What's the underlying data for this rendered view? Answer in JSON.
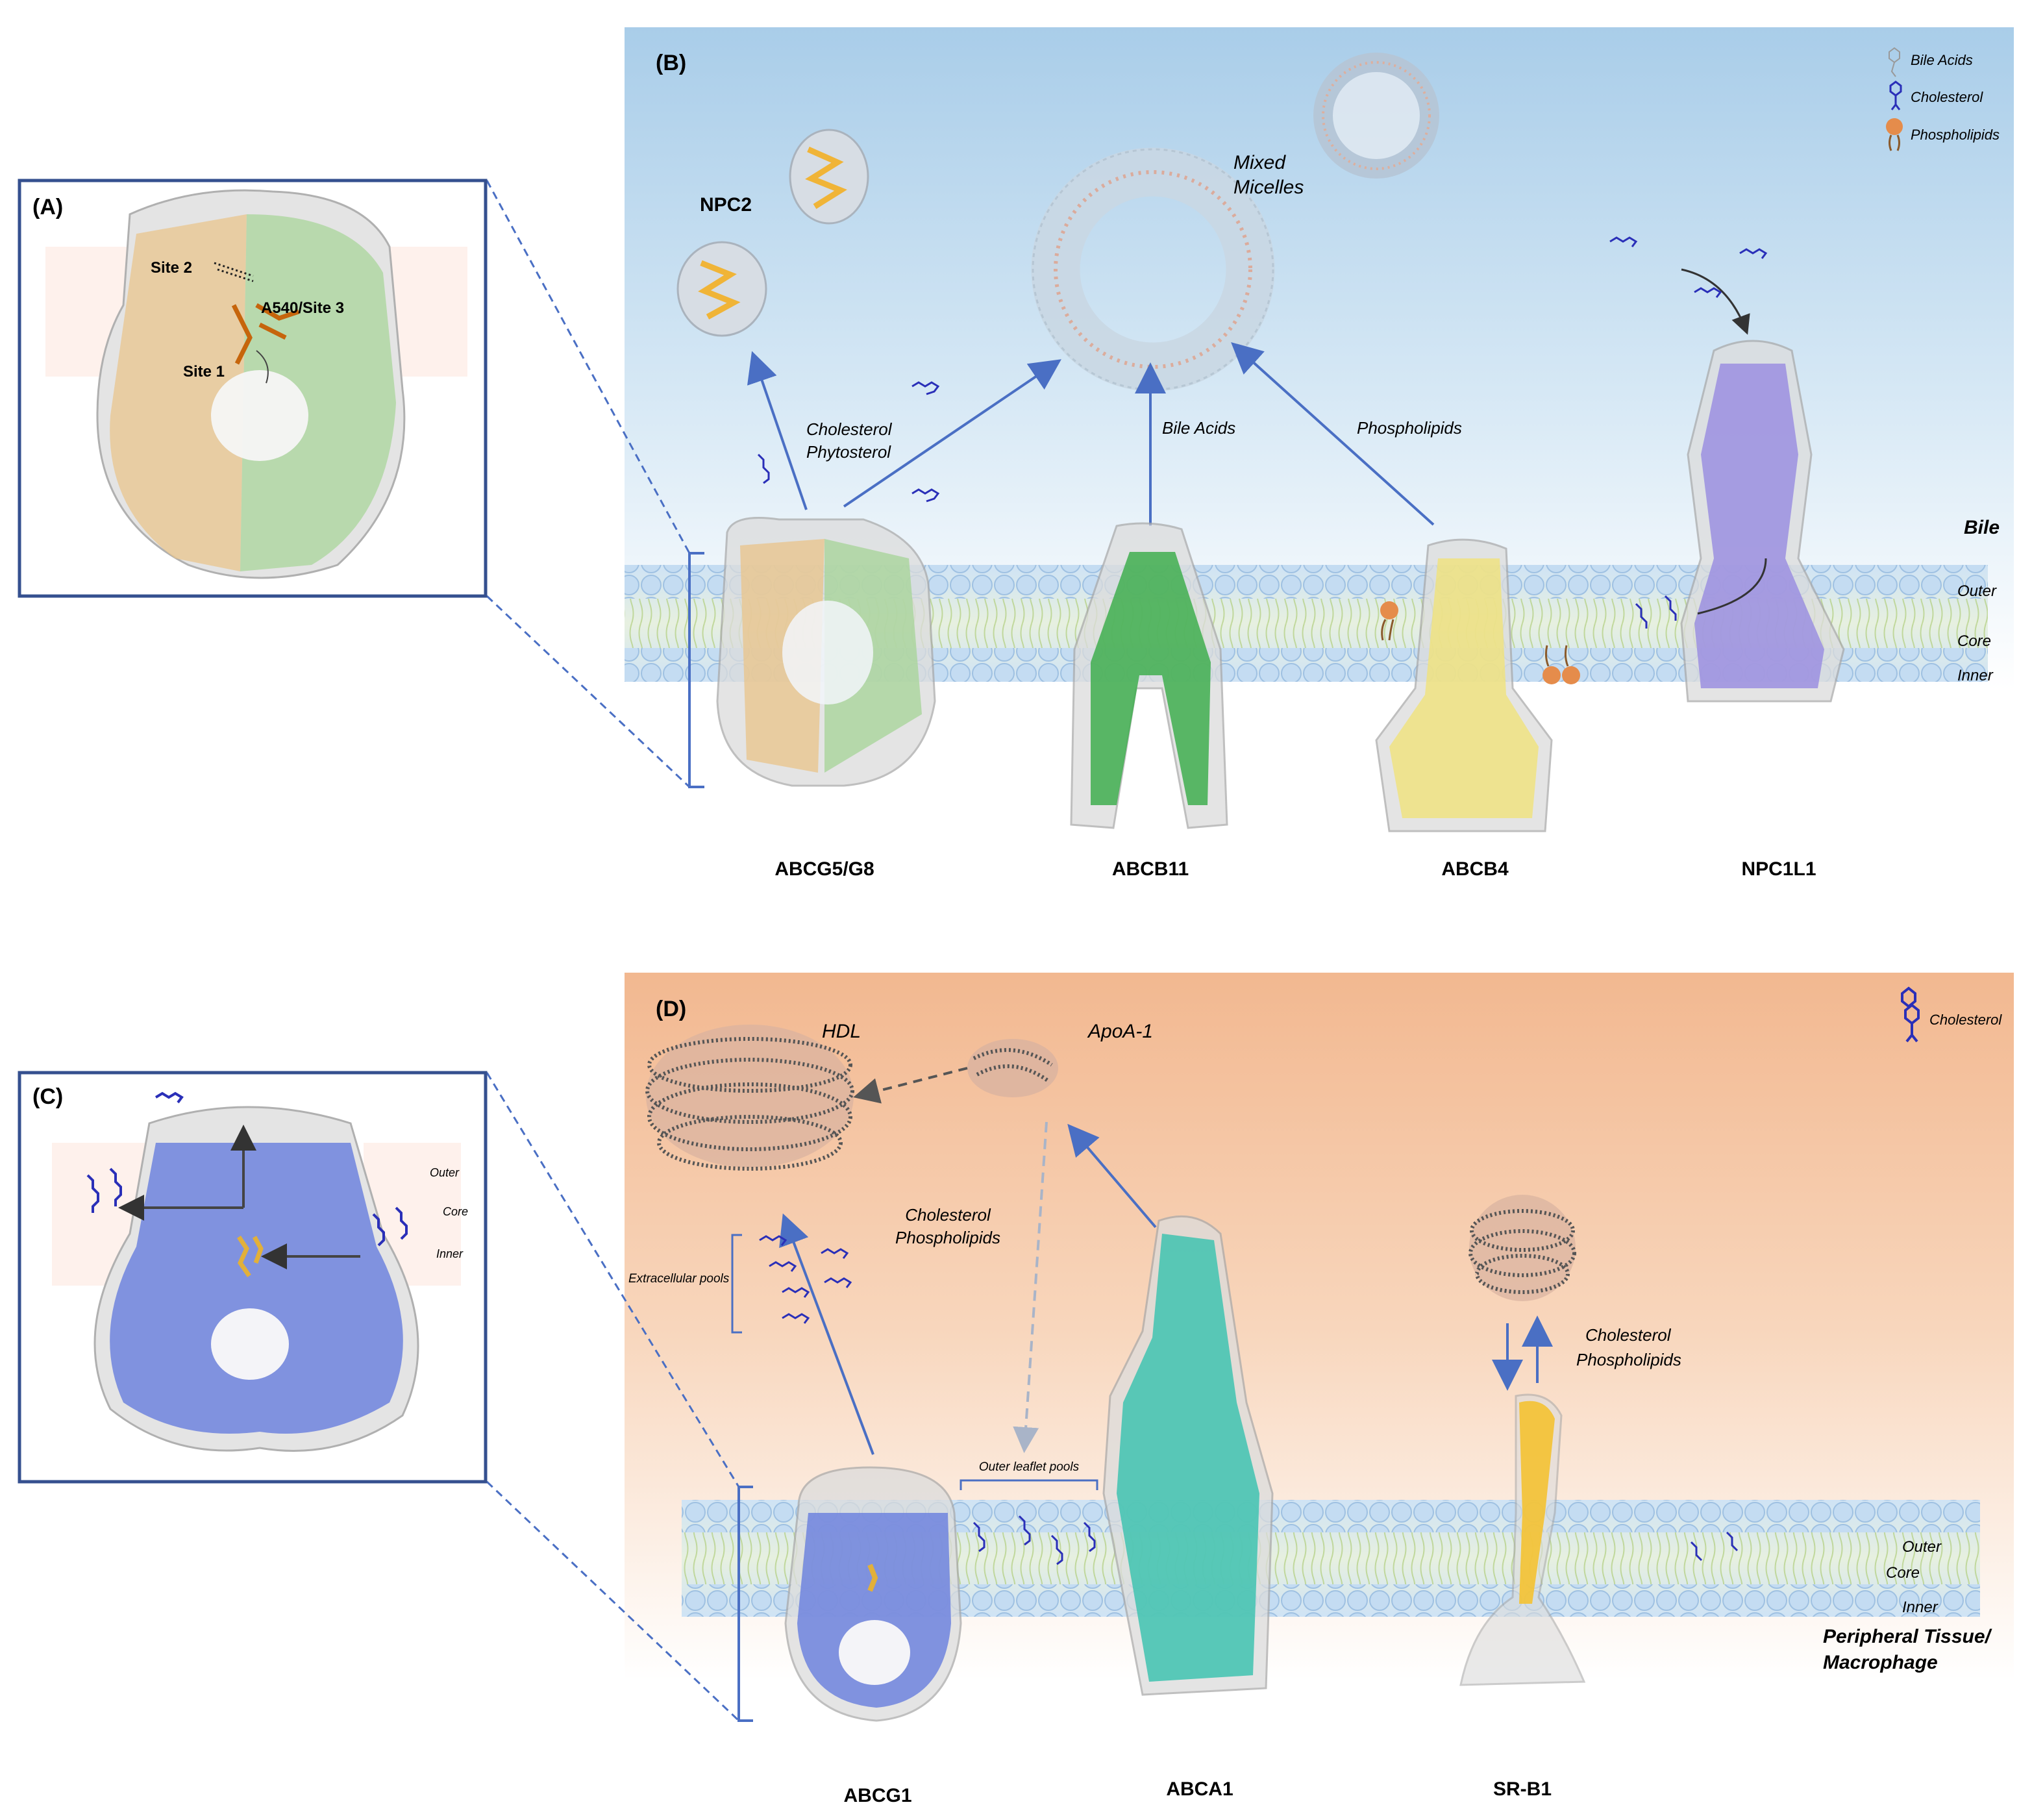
{
  "panels": {
    "A": {
      "label": "(A)",
      "site2": "Site 2",
      "site3": "A540/Site 3",
      "site1": "Site 1"
    },
    "B": {
      "label": "(B)",
      "legend": {
        "bile_acids": "Bile Acids",
        "cholesterol": "Cholesterol",
        "phospholipids": "Phospholipids"
      },
      "npc2": "NPC2",
      "mixed_micelles_1": "Mixed",
      "mixed_micelles_2": "Micelles",
      "cholesterol": "Cholesterol",
      "phytosterol": "Phytosterol",
      "bile_acids": "Bile Acids",
      "phospholipids": "Phospholipids",
      "compartment": "Bile",
      "outer": "Outer",
      "core": "Core",
      "inner": "Inner",
      "proteins": [
        "ABCG5/G8",
        "ABCB11",
        "ABCB4",
        "NPC1L1"
      ]
    },
    "C": {
      "label": "(C)",
      "outer": "Outer",
      "core": "Core",
      "inner": "Inner"
    },
    "D": {
      "label": "(D)",
      "legend_cholesterol": "Cholesterol",
      "hdl": "HDL",
      "apoa1": "ApoA-1",
      "cholesterol": "Cholesterol",
      "phospholipids": "Phospholipids",
      "extracellular_pools": "Extracellular pools",
      "outer_leaflet_pools": "Outer leaflet pools",
      "srb1_cholesterol": "Cholesterol",
      "srb1_phospholipids": "Phospholipids",
      "compartment_1": "Peripheral Tissue/",
      "compartment_2": "Macrophage",
      "outer": "Outer",
      "core": "Core",
      "inner": "Inner",
      "proteins": [
        "ABCG1",
        "ABCA1",
        "SR-B1"
      ]
    }
  },
  "colors": {
    "bile_bg_top": "#a9cde9",
    "tissue_bg_top": "#f2b890",
    "panel_border": "#35508f",
    "arrow_blue": "#4a6fc4",
    "abcg5_tan": "#e9c58e",
    "abcg5_green": "#a9d59b",
    "abcb11": "#3fae4f",
    "abcb4": "#f0e27a",
    "npc1l1": "#9b8fe0",
    "abcg1": "#6f84de",
    "abca1": "#3fc3b0",
    "srb1": "#f4c232",
    "cholesterol": "#2a2fb8",
    "phospholipid_head": "#e58c4b",
    "npc2": "#f0b437"
  }
}
